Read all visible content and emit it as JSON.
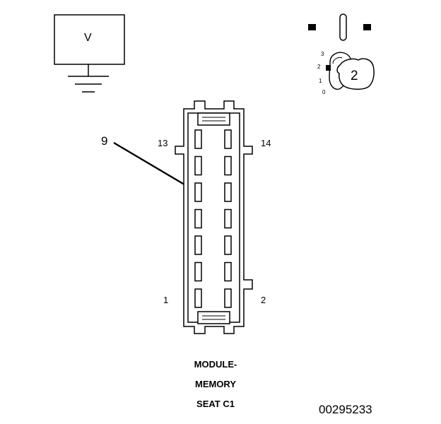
{
  "meter": {
    "symbol": "V"
  },
  "selector": {
    "positions": [
      "3",
      "2",
      "1",
      "0"
    ],
    "knob_number": "2"
  },
  "callout": {
    "number": "9"
  },
  "connector": {
    "pin_labels": {
      "top_left": "13",
      "top_right": "14",
      "bottom_left": "1",
      "bottom_right": "2"
    },
    "caption_lines": [
      "MODULE-",
      "MEMORY",
      "SEAT C1"
    ]
  },
  "figure_code": "00295233",
  "colors": {
    "ink": "#000000",
    "background": "#ffffff"
  }
}
